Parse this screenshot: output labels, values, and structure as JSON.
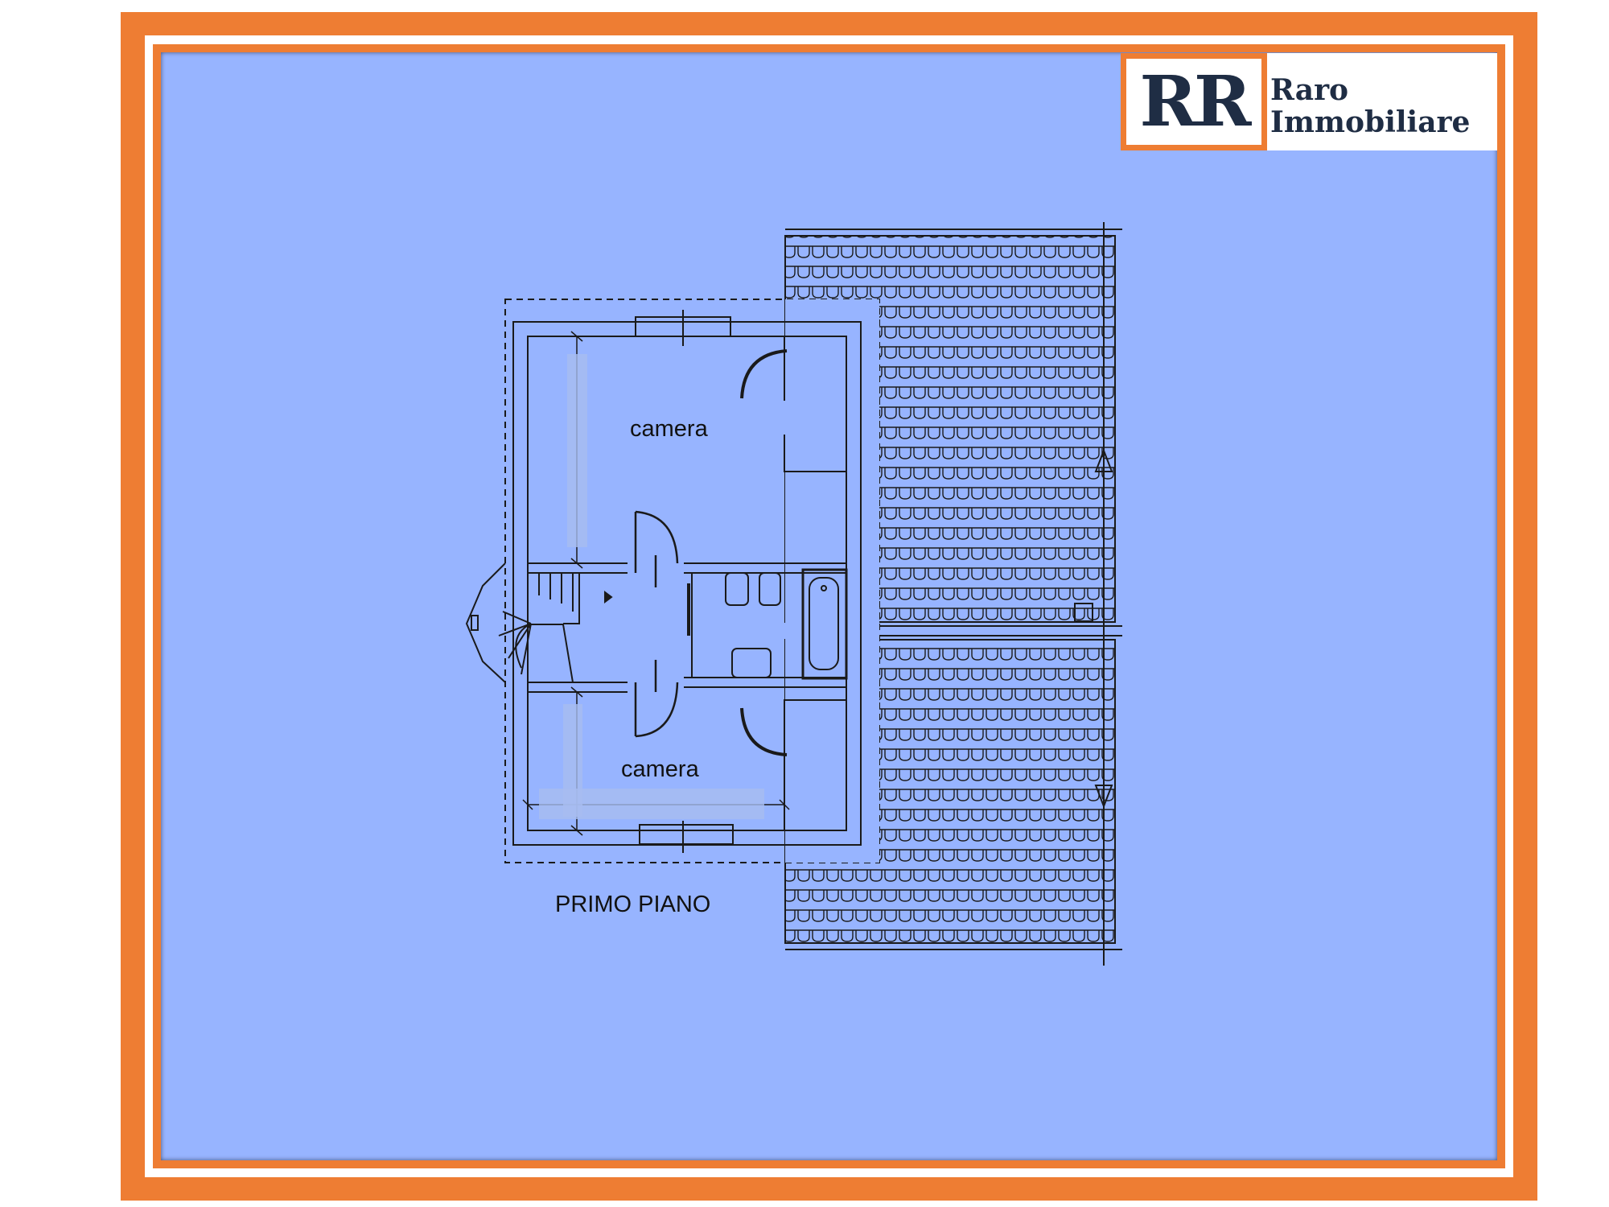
{
  "logo": {
    "mark": "RR",
    "line1": "Raro",
    "line2": "Immobiliare"
  },
  "plan": {
    "rooms": [
      {
        "label": "camera"
      },
      {
        "label": "camera"
      }
    ],
    "floor_label": "PRIMO PIANO"
  },
  "colors": {
    "frame": "#ee7d33",
    "background": "#97b4ff",
    "logo_text": "#1f2d44",
    "lines": "#111111"
  }
}
